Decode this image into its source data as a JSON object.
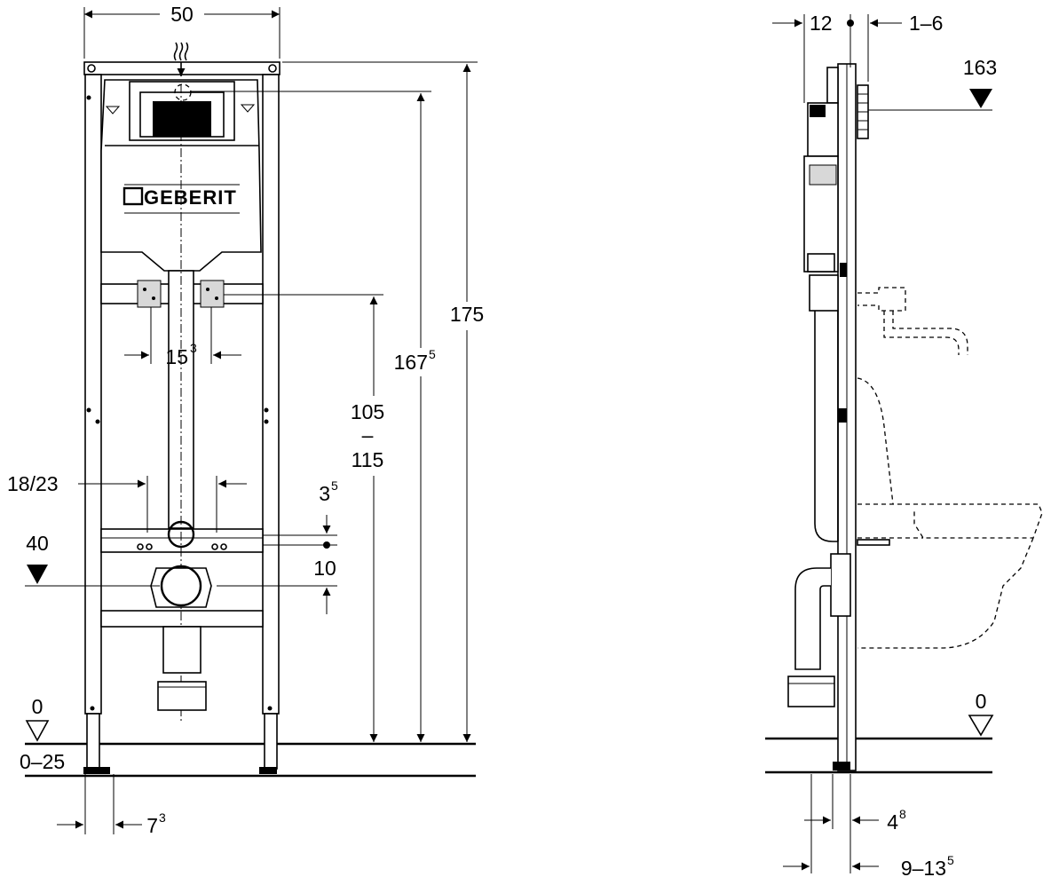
{
  "logo": {
    "text": "GEBERIT"
  },
  "front_view": {
    "width": "50",
    "height_total": "175",
    "height_flush_main": "167",
    "height_flush_sup": "5",
    "height_range_top": "105",
    "height_range_sep": "–",
    "height_range_bottom": "115",
    "bolt_spacing_main": "15",
    "bolt_spacing_sup": "3",
    "stud_spacing": "18/23",
    "offset_small_main": "3",
    "offset_small_sup": "5",
    "offset_ten": "10",
    "drain_level": "40",
    "floor_level": "0",
    "foot_adjust": "0–25",
    "foot_width_main": "7",
    "foot_width_sup": "3"
  },
  "side_view": {
    "depth_top": "12",
    "wall_gap": "1–6",
    "flush_plate_level": "163",
    "floor_level": "0",
    "plate_depth_main": "4",
    "plate_depth_sup": "8",
    "frame_depth_main": "9–13",
    "frame_depth_sup": "5"
  }
}
